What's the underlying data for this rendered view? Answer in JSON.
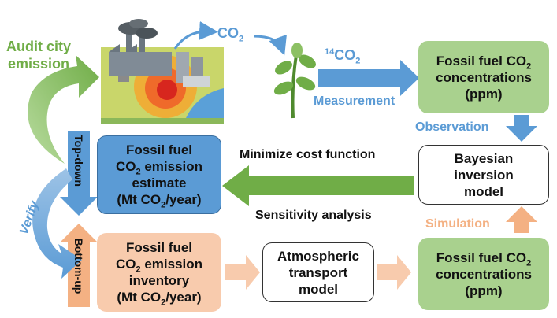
{
  "labels": {
    "audit_line1": "Audit city",
    "audit_line2": "emission",
    "co2_base": "CO",
    "co2_sub": "2",
    "c14_sup": "14",
    "c14_base": "CO",
    "c14_sub": "2",
    "measurement": "Measurement",
    "observation": "Observation",
    "minimize": "Minimize cost function",
    "sensitivity": "Sensitivity analysis",
    "simulation": "Simulation",
    "top_down": "Top-down",
    "bottom_up": "Bottom-up",
    "verify": "Verify"
  },
  "boxes": {
    "obs_conc": {
      "l1a": "Fossil fuel CO",
      "l1sub": "2",
      "l2": "concentrations",
      "l3": "(ppm)"
    },
    "sim_conc": {
      "l1a": "Fossil fuel CO",
      "l1sub": "2",
      "l2": "concentrations",
      "l3": "(ppm)"
    },
    "bayes": {
      "l1": "Bayesian",
      "l2": "inversion",
      "l3": "model"
    },
    "estimate": {
      "l1": "Fossil fuel",
      "l2a": "CO",
      "l2sub": "2",
      "l2b": " emission",
      "l3": "estimate",
      "l4a": "(Mt CO",
      "l4sub": "2",
      "l4b": "/year)"
    },
    "inventory": {
      "l1": "Fossil fuel",
      "l2a": "CO",
      "l2sub": "2",
      "l2b": " emission",
      "l3": "inventory",
      "l4a": "(Mt CO",
      "l4sub": "2",
      "l4b": "/year)"
    },
    "transport": {
      "l1": "Atmospheric",
      "l2": "transport",
      "l3": "model"
    }
  },
  "colors": {
    "green_box": "#a9d18e",
    "green_arrow": "#70ad47",
    "blue_box": "#5b9bd5",
    "blue_arrow": "#5b9bd5",
    "blue_text": "#5b9bd5",
    "peach_box": "#f8cbad",
    "peach_arrow": "#f4b183",
    "peach_text": "#f4b183",
    "green_text": "#70ad47"
  }
}
